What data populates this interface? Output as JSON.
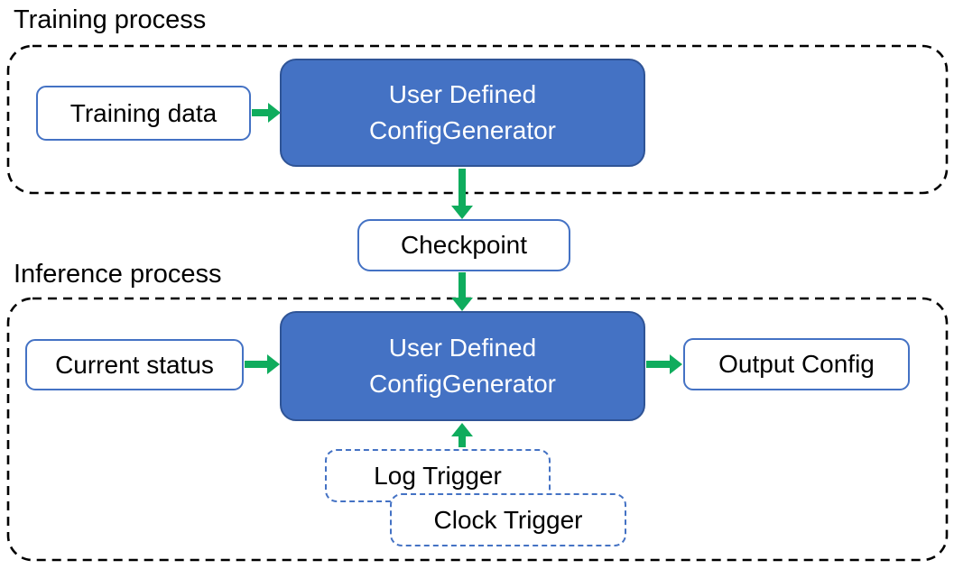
{
  "colors": {
    "node-fill-blue": "#4472c4",
    "node-border-dark": "#2f5496",
    "outline-blue": "#4472c4",
    "arrow-green": "#0fac5d",
    "container-dash": "#000000",
    "text-dark": "#000000",
    "text-light": "#ffffff",
    "canvas-bg": "#ffffff"
  },
  "training": {
    "label": "Training process",
    "input_box": "Training data",
    "generator": {
      "line1": "User Defined",
      "line2": "ConfigGenerator"
    }
  },
  "checkpoint": {
    "label": "Checkpoint"
  },
  "inference": {
    "label": "Inference process",
    "input_box": "Current status",
    "generator": {
      "line1": "User Defined",
      "line2": "ConfigGenerator"
    },
    "output_box": "Output Config",
    "triggers": [
      {
        "label": "Log Trigger"
      },
      {
        "label": "Clock Trigger"
      }
    ]
  }
}
